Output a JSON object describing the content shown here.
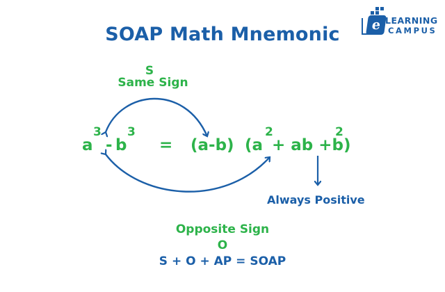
{
  "title": "SOAP Math Mnemonic",
  "logo": {
    "e": "e",
    "line1": "LEARNING",
    "line2": "CAMPUS"
  },
  "top_label": {
    "letter": "S",
    "text": "Same Sign"
  },
  "equation": {
    "a": "a",
    "a_exp": "3",
    "minus": "-",
    "b": "b",
    "b_exp": "3",
    "equals": "=",
    "factor1": "(a-b)",
    "factor2_open": "(a",
    "factor2_a_exp": "2",
    "factor2_mid": "+ ab +b",
    "factor2_b_exp": "2",
    "factor2_close": ")"
  },
  "right_label": "Always Positive",
  "bottom_labels": {
    "text": "Opposite Sign",
    "letter": "O",
    "formula": "S + O + AP = SOAP"
  },
  "colors": {
    "blue": "#1b5fa8",
    "green": "#2db34a"
  }
}
